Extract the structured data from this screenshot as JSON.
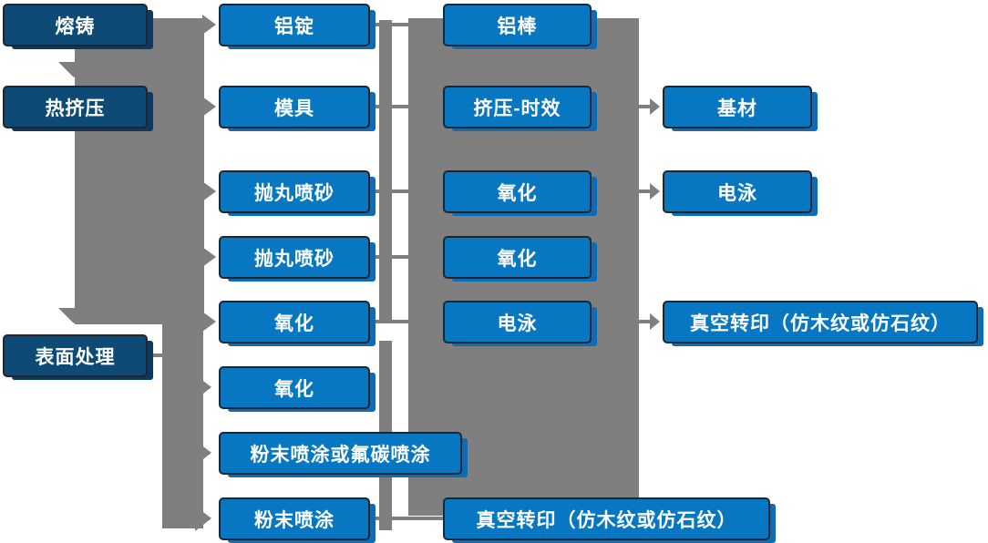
{
  "diagram": {
    "description_note": "",
    "columns": [
      {
        "name": "stages",
        "items": [
          {
            "label": "熔铸"
          },
          {
            "label": "热挤压"
          },
          {
            "label": "表面处理"
          }
        ]
      },
      {
        "name": "primary-process",
        "items": [
          {
            "label": "铝锭"
          },
          {
            "label": "模具"
          },
          {
            "label": "抛丸喷砂"
          },
          {
            "label": "抛丸喷砂"
          },
          {
            "label": "氧化"
          },
          {
            "label": "氧化"
          },
          {
            "label": "粉末喷涂或氟碳喷涂"
          },
          {
            "label": "粉末喷涂"
          }
        ]
      },
      {
        "name": "secondary-process",
        "items": [
          {
            "label": "铝棒"
          },
          {
            "label": "挤压-时效"
          },
          {
            "label": "氧化"
          },
          {
            "label": "氧化"
          },
          {
            "label": "电泳"
          },
          {
            "label": "真空转印（仿木纹或仿石纹）"
          }
        ]
      },
      {
        "name": "finishing",
        "items": [
          {
            "label": "基材"
          },
          {
            "label": "电泳"
          },
          {
            "label": "真空转印（仿木纹或仿石纹）"
          }
        ]
      }
    ],
    "colors": {
      "node_blue": "#0777c2",
      "node_dark_blue": "#0d4a75",
      "node_border": "#21252d",
      "node_text": "#ffffff",
      "node_shadow_blue": "#0b6cb8",
      "node_shadow_dark_blue": "#0a3a63",
      "connector_gray": "#7f7f7f",
      "background": "#ffffff"
    }
  }
}
